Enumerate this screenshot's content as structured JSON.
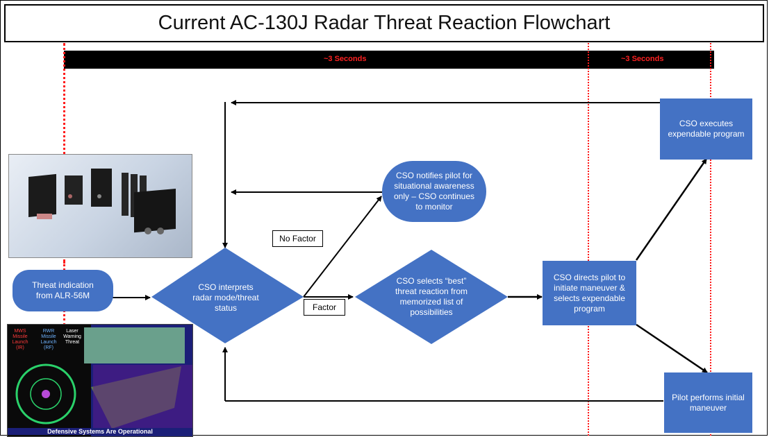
{
  "title": "Current AC-130J Radar Threat Reaction Flowchart",
  "timeline": {
    "left_label": "~3 Seconds",
    "right_label": "~3 Seconds"
  },
  "nodes": {
    "threat_indication": "Threat indication from ALR-56M",
    "interprets": "CSO interprets radar mode/threat status",
    "notifies": "CSO notifies pilot for situational awareness only – CSO continues to monitor",
    "selects": "CSO selects “best” threat reaction from memorized list of possibilities",
    "directs": "CSO directs pilot to initiate maneuver & selects expendable program",
    "executes": "CSO executes expendable program",
    "pilot_performs": "Pilot performs initial maneuver"
  },
  "edge_labels": {
    "no_factor": "No Factor",
    "factor": "Factor"
  },
  "images": {
    "hardware_photo": "ALR-56M hardware units photo",
    "display_caption": "Defensive Systems Are Operational",
    "display_labels": [
      "MWS Missile Launch (IR)",
      "RWR Missile Launch (RF)",
      "Laser Warning Threat"
    ]
  },
  "colors": {
    "node_fill": "#4472c4",
    "timeline_bar": "#000000",
    "dotted_lines": "#ff1a1a"
  }
}
